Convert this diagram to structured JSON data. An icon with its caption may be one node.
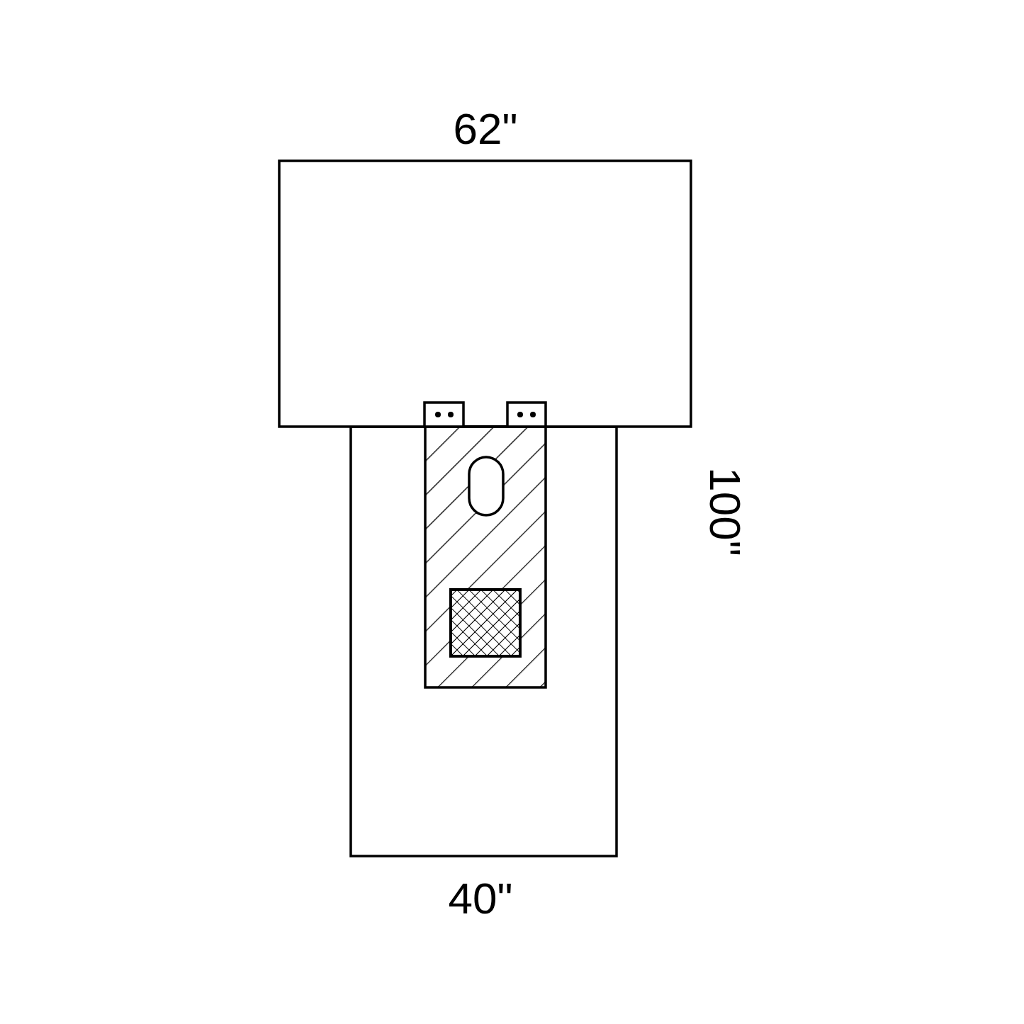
{
  "diagram": {
    "labels": [
      "62\"",
      "100\"",
      "40\""
    ]
  }
}
